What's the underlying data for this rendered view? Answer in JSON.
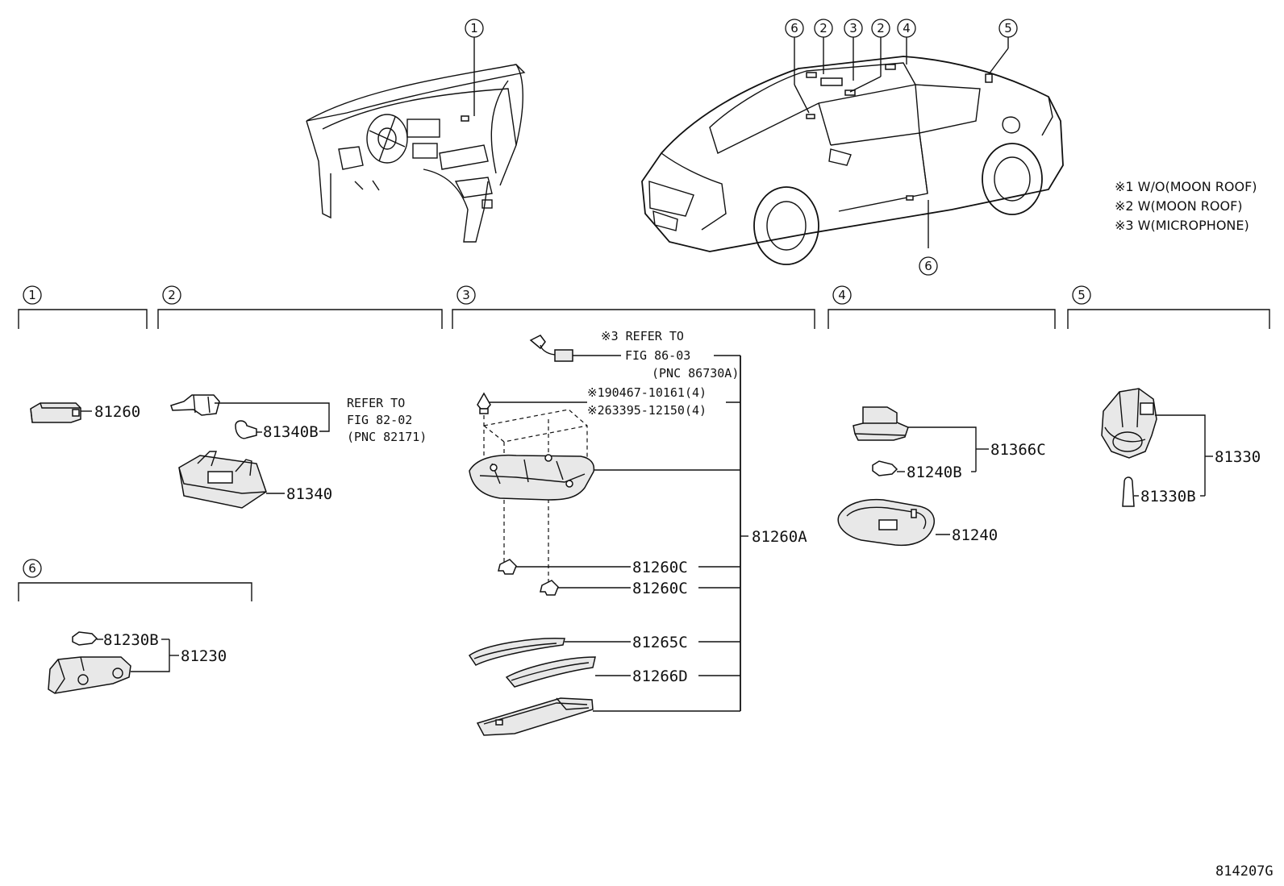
{
  "diagram": {
    "drawing_code": "814207G",
    "notes": [
      "※1 W/O(MOON ROOF)",
      "※2 W(MOON ROOF)",
      "※3 W(MICROPHONE)"
    ],
    "callouts": {
      "dash": "1",
      "car_6a": "6",
      "car_2a": "2",
      "car_3": "3",
      "car_2b": "2",
      "car_4": "4",
      "car_5": "5",
      "car_6b": "6"
    },
    "sections": [
      {
        "num": "1"
      },
      {
        "num": "2"
      },
      {
        "num": "3"
      },
      {
        "num": "4"
      },
      {
        "num": "5"
      },
      {
        "num": "6"
      }
    ],
    "s1": {
      "p81260": "81260"
    },
    "s2": {
      "p81340B": "81340B",
      "p81340": "81340",
      "ref": [
        "REFER TO",
        "FIG 82-02",
        "(PNC 82171)"
      ]
    },
    "s3": {
      "ref_mic": [
        "※3 REFER TO",
        "FIG 86-03",
        "(PNC 86730A)"
      ],
      "clip1": "※190467-10161(4)",
      "clip2": "※263395-12150(4)",
      "p81260A": "81260A",
      "p81260C_a": "81260C",
      "p81260C_b": "81260C",
      "p81265C": "81265C",
      "p81266D": "81266D"
    },
    "s4": {
      "p81366C": "81366C",
      "p81240B": "81240B",
      "p81240": "81240"
    },
    "s5": {
      "p81330": "81330",
      "p81330B": "81330B"
    },
    "s6": {
      "p81230B": "81230B",
      "p81230": "81230"
    }
  }
}
